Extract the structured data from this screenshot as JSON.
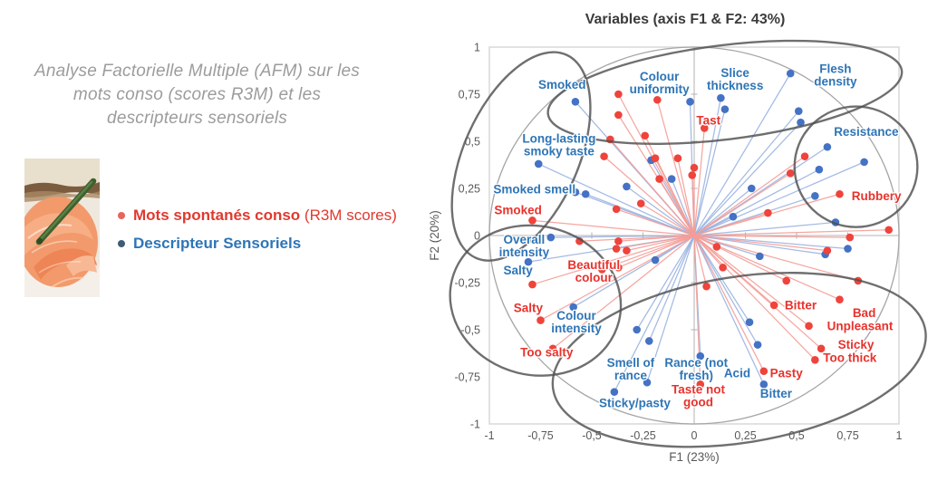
{
  "left_panel": {
    "heading_lines": [
      "Analyse Factorielle Multiple (AFM) sur les",
      "mots conso (scores R3M) et les",
      "descripteurs sensoriels"
    ],
    "photo": "smoked-salmon-canape-photo",
    "legend": [
      {
        "bold": "Mots spontanés conso",
        "rest": " (R3M scores)",
        "text_color": "#e0392f",
        "bullet_color": "#e6655c"
      },
      {
        "bold": "Descripteur Sensoriels",
        "rest": "",
        "text_color": "#2e75b6",
        "bullet_color": "#3d5c77"
      }
    ]
  },
  "chart_data": {
    "type": "scatter",
    "title": "Variables (axis F1 & F2: 43%)",
    "xlabel": "F1 (23%)",
    "ylabel": "F2 (20%)",
    "xlim": [
      -1,
      1
    ],
    "ylim": [
      -1,
      1
    ],
    "x_tick_labels": [
      "-1",
      "-0,75",
      "-0,5",
      "-0,25",
      "0",
      "0,25",
      "0,5",
      "0,75",
      "1"
    ],
    "y_tick_labels": [
      "1",
      "0,75",
      "0,5",
      "0,25",
      "0",
      "-0,25",
      "-0,5",
      "-0,75",
      "-1"
    ],
    "grid": false,
    "unit_circle": true,
    "colors": {
      "frame": "#d9d9d9",
      "axis": "#b3b3b3",
      "unit_circle": "#a6a6a6",
      "cluster_ellipse": "#4f4f4f",
      "title": "#3b3b3b",
      "tick_text": "#595959",
      "red_label": "#e8322c",
      "blue_label": "#2e75b6"
    },
    "series": [
      {
        "name": "Mots spontanés conso (R3M scores)",
        "point_color": "#ee443b",
        "line_color": "#f59d97",
        "points": [
          [
            -0.37,
            0.75
          ],
          [
            -0.18,
            0.72
          ],
          [
            -0.37,
            0.64
          ],
          [
            -0.24,
            0.53
          ],
          [
            -0.41,
            0.51
          ],
          [
            -0.44,
            0.42
          ],
          [
            -0.19,
            0.41
          ],
          [
            -0.08,
            0.41
          ],
          [
            -0.17,
            0.3
          ],
          [
            -0.38,
            0.14
          ],
          [
            -0.26,
            0.17
          ],
          [
            -0.79,
            0.08
          ],
          [
            0.05,
            0.57
          ],
          [
            0.0,
            0.36
          ],
          [
            -0.01,
            0.32
          ],
          [
            0.36,
            0.12
          ],
          [
            0.47,
            0.33
          ],
          [
            0.54,
            0.42
          ],
          [
            0.71,
            0.22
          ],
          [
            0.95,
            0.03
          ],
          [
            -0.56,
            -0.03
          ],
          [
            -0.37,
            -0.03
          ],
          [
            -0.38,
            -0.07
          ],
          [
            -0.33,
            -0.08
          ],
          [
            -0.79,
            -0.26
          ],
          [
            -0.75,
            -0.45
          ],
          [
            -0.69,
            -0.6
          ],
          [
            -0.45,
            -0.18
          ],
          [
            -0.37,
            -0.17
          ],
          [
            0.76,
            -0.01
          ],
          [
            0.65,
            -0.08
          ],
          [
            0.11,
            -0.06
          ],
          [
            0.14,
            -0.17
          ],
          [
            0.06,
            -0.27
          ],
          [
            0.45,
            -0.24
          ],
          [
            0.8,
            -0.24
          ],
          [
            0.39,
            -0.37
          ],
          [
            0.71,
            -0.34
          ],
          [
            0.56,
            -0.48
          ],
          [
            0.62,
            -0.6
          ],
          [
            0.59,
            -0.66
          ],
          [
            0.34,
            -0.72
          ],
          [
            0.03,
            -0.79
          ]
        ]
      },
      {
        "name": "Descripteur Sensoriels",
        "point_color": "#4472c4",
        "line_color": "#9ab3e0",
        "points": [
          [
            -0.58,
            0.71
          ],
          [
            -0.02,
            0.71
          ],
          [
            0.13,
            0.73
          ],
          [
            0.15,
            0.67
          ],
          [
            0.47,
            0.86
          ],
          [
            0.51,
            0.66
          ],
          [
            0.52,
            0.6
          ],
          [
            0.65,
            0.47
          ],
          [
            0.83,
            0.39
          ],
          [
            0.61,
            0.35
          ],
          [
            0.59,
            0.21
          ],
          [
            0.69,
            0.07
          ],
          [
            0.28,
            0.25
          ],
          [
            0.19,
            0.1
          ],
          [
            -0.76,
            0.38
          ],
          [
            -0.58,
            0.23
          ],
          [
            -0.53,
            0.22
          ],
          [
            -0.33,
            0.26
          ],
          [
            -0.11,
            0.3
          ],
          [
            -0.21,
            0.4
          ],
          [
            -0.7,
            -0.01
          ],
          [
            -0.81,
            -0.14
          ],
          [
            -0.59,
            -0.38
          ],
          [
            -0.19,
            -0.13
          ],
          [
            -0.28,
            -0.5
          ],
          [
            -0.22,
            -0.56
          ],
          [
            0.03,
            -0.64
          ],
          [
            0.27,
            -0.46
          ],
          [
            0.31,
            -0.58
          ],
          [
            0.34,
            -0.79
          ],
          [
            -0.39,
            -0.83
          ],
          [
            -0.23,
            -0.78
          ],
          [
            0.32,
            -0.11
          ],
          [
            0.64,
            -0.1
          ],
          [
            0.75,
            -0.07
          ]
        ]
      }
    ],
    "point_labels": [
      {
        "text": "Smoked",
        "series": 1,
        "x": -0.645,
        "y": 0.8
      },
      {
        "text": "Colour\nuniformity",
        "series": 1,
        "x": -0.17,
        "y": 0.81
      },
      {
        "text": "Slice\nthickness",
        "series": 1,
        "x": 0.2,
        "y": 0.83
      },
      {
        "text": "Flesh\ndensity",
        "series": 1,
        "x": 0.69,
        "y": 0.85
      },
      {
        "text": "Resistance",
        "series": 1,
        "x": 0.84,
        "y": 0.55
      },
      {
        "text": "Long-lasting\nsmoky taste",
        "series": 1,
        "x": -0.66,
        "y": 0.48
      },
      {
        "text": "Smoked smell",
        "series": 1,
        "x": -0.78,
        "y": 0.245
      },
      {
        "text": "Overall\nintensity",
        "series": 1,
        "x": -0.83,
        "y": -0.055
      },
      {
        "text": "Salty",
        "series": 1,
        "x": -0.86,
        "y": -0.185
      },
      {
        "text": "Colour\nintensity",
        "series": 1,
        "x": -0.575,
        "y": -0.46
      },
      {
        "text": "Smell of\nrance",
        "series": 1,
        "x": -0.31,
        "y": -0.71
      },
      {
        "text": "Sticky/pasty",
        "series": 1,
        "x": -0.29,
        "y": -0.89
      },
      {
        "text": "Rance (not\nfresh)",
        "series": 1,
        "x": 0.01,
        "y": -0.71
      },
      {
        "text": "Acid",
        "series": 1,
        "x": 0.21,
        "y": -0.73
      },
      {
        "text": "Bitter",
        "series": 1,
        "x": 0.4,
        "y": -0.84
      },
      {
        "text": "Tast",
        "series": 0,
        "x": 0.07,
        "y": 0.61
      },
      {
        "text": "Rubbery",
        "series": 0,
        "x": 0.89,
        "y": 0.21
      },
      {
        "text": "Smoked",
        "series": 0,
        "x": -0.86,
        "y": 0.135
      },
      {
        "text": "Beautiful\ncolour",
        "series": 0,
        "x": -0.49,
        "y": -0.19
      },
      {
        "text": "Salty",
        "series": 0,
        "x": -0.81,
        "y": -0.385
      },
      {
        "text": "Too salty",
        "series": 0,
        "x": -0.72,
        "y": -0.62
      },
      {
        "text": "Bitter",
        "series": 0,
        "x": 0.52,
        "y": -0.37
      },
      {
        "text": "Bad",
        "series": 0,
        "x": 0.83,
        "y": -0.41
      },
      {
        "text": "Unpleasant",
        "series": 0,
        "x": 0.81,
        "y": -0.48
      },
      {
        "text": "Sticky",
        "series": 0,
        "x": 0.79,
        "y": -0.58
      },
      {
        "text": "Too thick",
        "series": 0,
        "x": 0.76,
        "y": -0.65
      },
      {
        "text": "Pasty",
        "series": 0,
        "x": 0.45,
        "y": -0.73
      },
      {
        "text": "Taste not\ngood",
        "series": 0,
        "x": 0.02,
        "y": -0.85
      }
    ],
    "cluster_ellipses": [
      {
        "cx": -0.845,
        "cy": 0.42,
        "rx": 0.28,
        "ry": 0.59,
        "rot": 24
      },
      {
        "cx": 0.15,
        "cy": 0.76,
        "rx": 0.87,
        "ry": 0.25,
        "rot": -7
      },
      {
        "cx": 0.79,
        "cy": 0.365,
        "rx": 0.3,
        "ry": 0.32,
        "rot": 0
      },
      {
        "cx": -0.775,
        "cy": -0.345,
        "rx": 0.42,
        "ry": 0.395,
        "rot": 14
      },
      {
        "cx": 0.22,
        "cy": -0.66,
        "rx": 0.92,
        "ry": 0.44,
        "rot": -9
      }
    ]
  }
}
